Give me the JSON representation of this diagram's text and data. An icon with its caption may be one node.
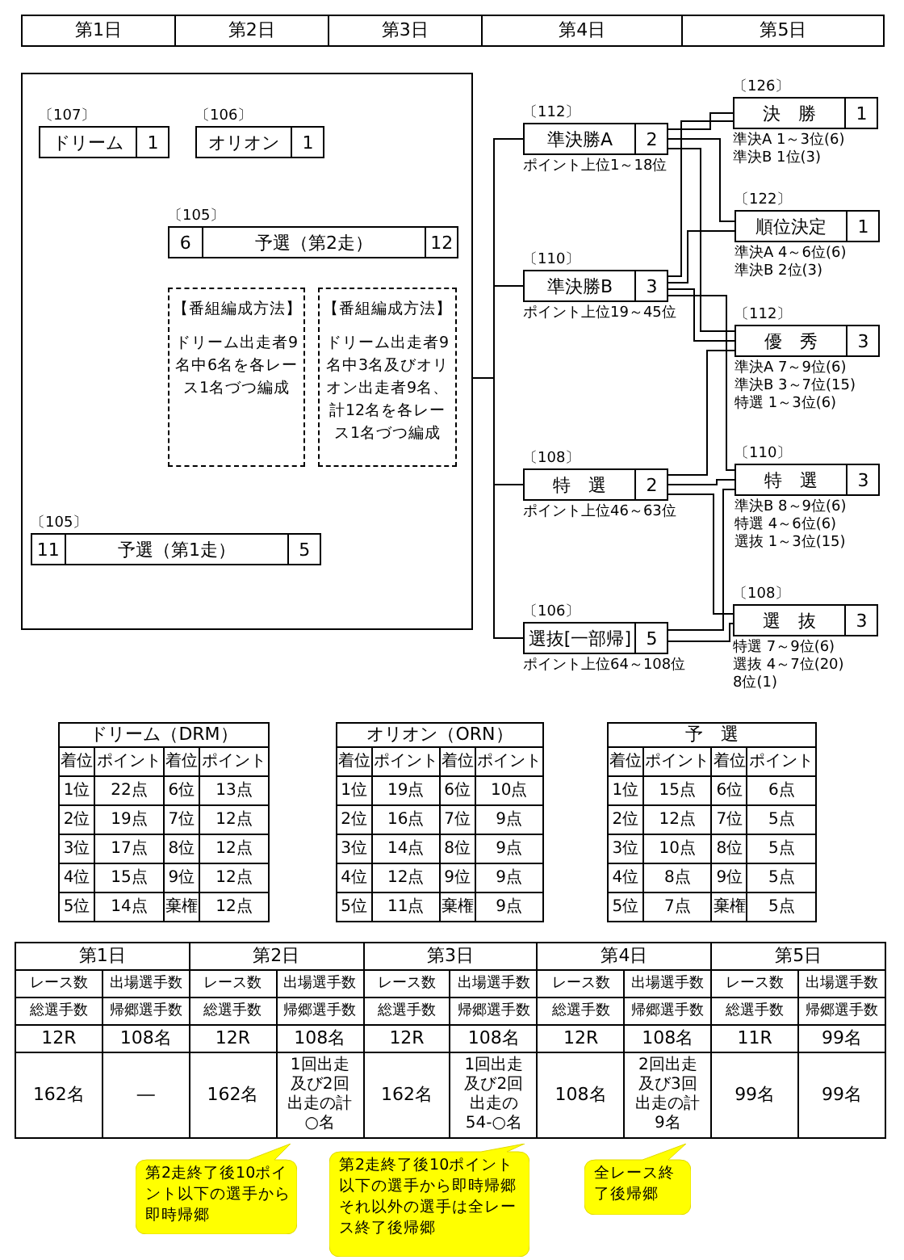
{
  "diagram": {
    "nodes": [
      {
        "text": [],
        "shape": "box"
      },
      {
        "text": [
          "〔107〕",
          "ドリーム",
          "1"
        ],
        "in": 0
      },
      {
        "text": [
          "〔106〕",
          "オリオン",
          "1"
        ],
        "in": 0
      },
      {
        "text": [
          "〔105〕",
          "6",
          "予選（第2走）",
          "12"
        ],
        "in": 0
      },
      {
        "text": [
          "【番組編成方法】",
          "ドリーム出走者9名中6名を各レース1名づつ編成"
        ],
        "in": 0
      },
      {
        "text": [
          "【番組編成方法】",
          "ドリーム出走者9名中3名及びオリオン出走者9名、計12名を各レース1名づつ編成"
        ],
        "in": 0
      },
      {
        "text": [
          "〔105〕",
          "11",
          "予選（第1走）",
          "5"
        ],
        "in": 0
      },
      {
        "text": [
          "〔112〕",
          "準決勝A",
          "2"
        ],
        "beside": [
          "ポイント上位1～18位"
        ]
      },
      {
        "text": [
          "〔110〕",
          "準決勝B",
          "3"
        ],
        "beside": [
          "ポイント上位19～45位"
        ]
      },
      {
        "text": [
          "〔108〕",
          "特　選",
          "2"
        ],
        "beside": [
          "ポイント上位46～63位"
        ]
      },
      {
        "text": [
          "〔106〕",
          "選抜[一部帰]",
          "5"
        ],
        "beside": [
          "ポイント上位64～108位"
        ]
      },
      {
        "text": [
          "〔126〕",
          "決　勝",
          "1"
        ],
        "beside": [
          "準決A 1～3位(6)",
          "準決B 1位(3)"
        ]
      },
      {
        "text": [
          "〔122〕",
          "順位決定",
          "1"
        ],
        "beside": [
          "準決A 4～6位(6)",
          "準決B 2位(3)"
        ]
      },
      {
        "text": [
          "〔112〕",
          "優　秀",
          "3"
        ],
        "beside": [
          "準決A 7～9位(6)",
          "準決B 3～7位(15)",
          "特選 1～3位(6)"
        ]
      },
      {
        "text": [
          "〔110〕",
          "特　選",
          "3"
        ],
        "beside": [
          "準決B 8～9位(6)",
          "特選 4～6位(6)",
          "選抜 1～3位(15)"
        ]
      },
      {
        "text": [
          "〔108〕",
          "選　抜",
          "3"
        ],
        "beside": [
          "特選 7～9位(6)",
          "選抜 4～7位(20)",
          "8位(1)"
        ]
      }
    ],
    "edges": [
      {
        "from": 0,
        "to": 7,
        "arrow": "none"
      },
      {
        "from": 0,
        "to": 8,
        "arrow": "none"
      },
      {
        "from": 0,
        "to": 9,
        "arrow": "none"
      },
      {
        "from": 0,
        "to": 10,
        "arrow": "none"
      },
      {
        "from": 7,
        "to": 11,
        "arrow": "none"
      },
      {
        "from": 8,
        "to": 11,
        "arrow": "none"
      },
      {
        "from": 7,
        "to": 12,
        "arrow": "none"
      },
      {
        "from": 8,
        "to": 12,
        "arrow": "none"
      },
      {
        "from": 7,
        "to": 13,
        "arrow": "none"
      },
      {
        "from": 8,
        "to": 13,
        "arrow": "none"
      },
      {
        "from": 9,
        "to": 13,
        "arrow": "none"
      },
      {
        "from": 8,
        "to": 14,
        "arrow": "none"
      },
      {
        "from": 9,
        "to": 14,
        "arrow": "none"
      },
      {
        "from": 10,
        "to": 14,
        "arrow": "none"
      },
      {
        "from": 9,
        "to": 15,
        "arrow": "none"
      },
      {
        "from": 10,
        "to": 15,
        "arrow": "none"
      }
    ],
    "labels": [
      "第1日",
      "第2日",
      "第3日",
      "第4日",
      "第5日",
      "ドリーム（DRM）",
      "着位",
      "ポイント",
      "着位",
      "ポイント",
      "1位",
      "22点",
      "6位",
      "13点",
      "2位",
      "19点",
      "7位",
      "12点",
      "3位",
      "17点",
      "8位",
      "12点",
      "4位",
      "15点",
      "9位",
      "12点",
      "5位",
      "14点",
      "棄権",
      "12点",
      "オリオン（ORN）",
      "着位",
      "ポイント",
      "着位",
      "ポイント",
      "1位",
      "19点",
      "6位",
      "10点",
      "2位",
      "16点",
      "7位",
      "9点",
      "3位",
      "14点",
      "8位",
      "9点",
      "4位",
      "12点",
      "9位",
      "9点",
      "5位",
      "11点",
      "棄権",
      "9点",
      "予　選",
      "着位",
      "ポイント",
      "着位",
      "ポイント",
      "1位",
      "15点",
      "6位",
      "6点",
      "2位",
      "12点",
      "7位",
      "5点",
      "3位",
      "10点",
      "8位",
      "5点",
      "4位",
      "8点",
      "9位",
      "5点",
      "5位",
      "7点",
      "棄権",
      "5点",
      "第1日",
      "第2日",
      "第3日",
      "第4日",
      "第5日",
      "レース数",
      "出場選手数",
      "レース数",
      "出場選手数",
      "レース数",
      "出場選手数",
      "レース数",
      "出場選手数",
      "レース数",
      "出場選手数",
      "総選手数",
      "帰郷選手数",
      "総選手数",
      "帰郷選手数",
      "総選手数",
      "帰郷選手数",
      "総選手数",
      "帰郷選手数",
      "総選手数",
      "帰郷選手数",
      "12R",
      "108名",
      "12R",
      "108名",
      "12R",
      "108名",
      "12R",
      "108名",
      "11R",
      "99名",
      "162名",
      "―",
      "162名",
      "1回出走及び2回出走の計○名",
      "162名",
      "1回出走及び2回出走の54-○名",
      "108名",
      "2回出走及び3回出走の計9名",
      "99名",
      "99名",
      "第2走終了後10ポイント以下の選手から即時帰郷",
      "第2走終了後10ポイント以下の選手から即時帰郷それ以外の選手は全レース終了後帰郷",
      "全レース終了後帰郷"
    ]
  }
}
